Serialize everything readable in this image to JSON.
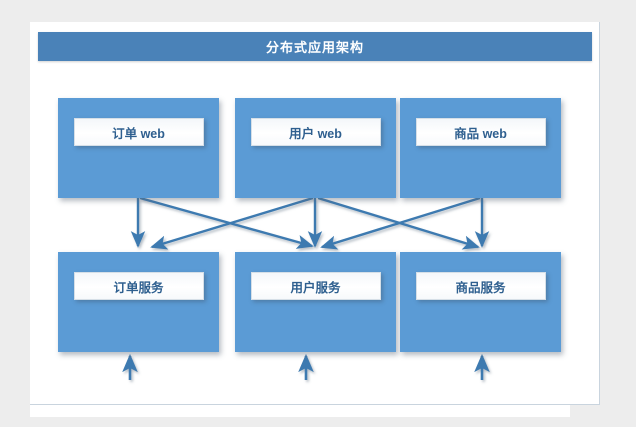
{
  "page": {
    "background_color": "#ededed",
    "card_background": "#ffffff"
  },
  "header": {
    "title": "分布式应用架构",
    "background_color": "#4a82b8",
    "text_color": "#ffffff"
  },
  "palette": {
    "node_blue": "#5b9bd5",
    "header_blue": "#4a82b8",
    "connector_blue": "#3c7ab0",
    "label_text": "#2e5f8f"
  },
  "diagram": {
    "type": "layered-architecture",
    "tiers": [
      {
        "name": "web-tier",
        "nodes": [
          {
            "id": "order-web",
            "label": "订单 web"
          },
          {
            "id": "user-web",
            "label": "用户 web"
          },
          {
            "id": "product-web",
            "label": "商品 web"
          }
        ]
      },
      {
        "name": "service-tier",
        "nodes": [
          {
            "id": "order-service",
            "label": "订单服务"
          },
          {
            "id": "user-service",
            "label": "用户服务"
          },
          {
            "id": "product-service",
            "label": "商品服务"
          }
        ]
      }
    ],
    "connections": [
      {
        "from": "order-web",
        "to": "order-service",
        "style": "vertical-arrow"
      },
      {
        "from": "order-web",
        "to": "user-service",
        "style": "diagonal-arrow"
      },
      {
        "from": "user-web",
        "to": "user-service",
        "style": "vertical-arrow"
      },
      {
        "from": "user-web",
        "to": "order-service",
        "style": "diagonal-arrow"
      },
      {
        "from": "user-web",
        "to": "product-service",
        "style": "diagonal-arrow"
      },
      {
        "from": "product-web",
        "to": "product-service",
        "style": "vertical-arrow"
      },
      {
        "from": "product-web",
        "to": "user-service",
        "style": "diagonal-arrow"
      },
      {
        "from": "service-bus",
        "to": "order-service",
        "style": "bus-up-arrow"
      },
      {
        "from": "service-bus",
        "to": "user-service",
        "style": "bus-up-arrow"
      },
      {
        "from": "service-bus",
        "to": "product-service",
        "style": "bus-up-arrow"
      }
    ]
  }
}
